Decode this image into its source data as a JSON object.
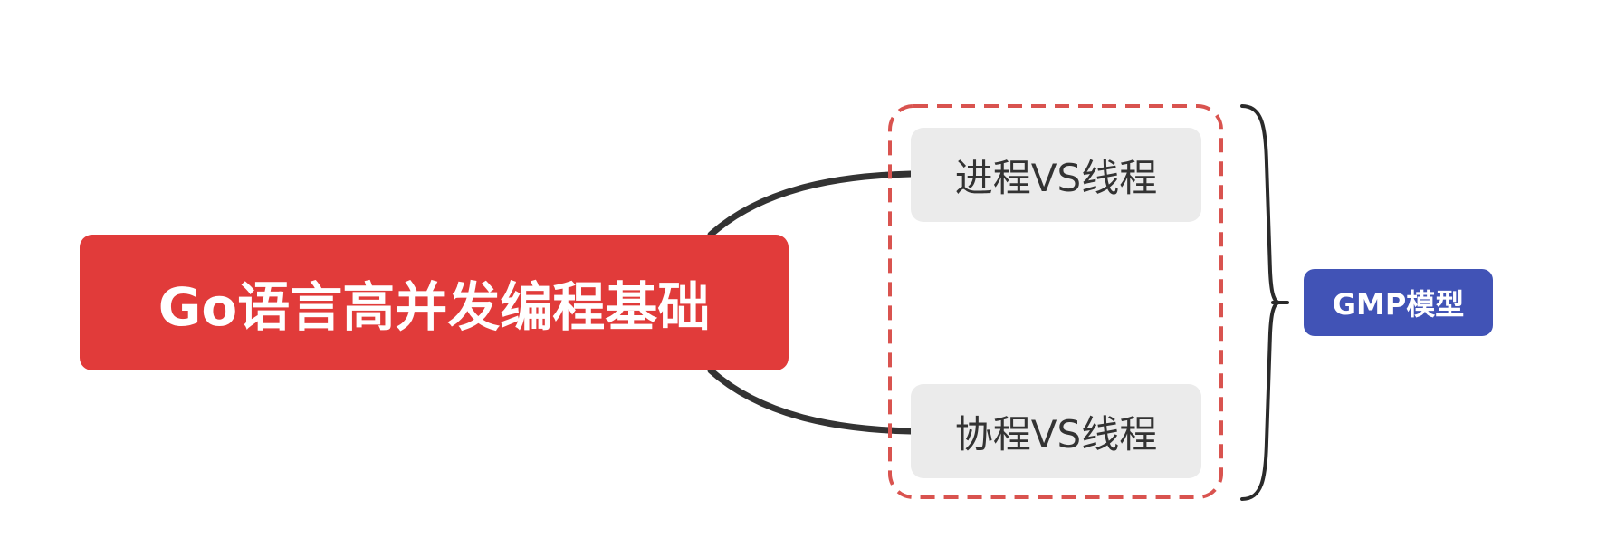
{
  "diagram": {
    "root": {
      "label": "Go语言高并发编程基础"
    },
    "children": [
      {
        "label": "进程VS线程"
      },
      {
        "label": "协程VS线程"
      }
    ],
    "summary": {
      "label": "GMP模型"
    }
  },
  "colors": {
    "root_fill": "#e13b3a",
    "child_fill": "#ebebeb",
    "boundary_stroke": "#d9534f",
    "summary_fill": "#4153b6",
    "connector": "#333333"
  }
}
